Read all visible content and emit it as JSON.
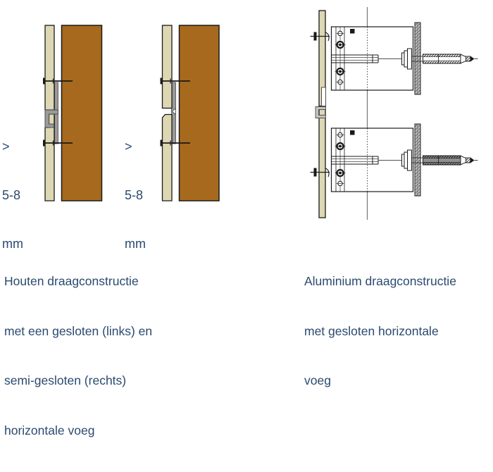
{
  "colors": {
    "text_navy": "#2a4a70",
    "panel_cream": "#ddd7b4",
    "wood_brown": "#a7691d",
    "profile_gray": "#9a9a9a",
    "line_black": "#1a1a1a"
  },
  "labels": {
    "left_joint_width": {
      "lines": [
        ">",
        "5-8",
        "mm"
      ]
    },
    "right_joint_width": {
      "lines": [
        ">",
        "5-8",
        "mm"
      ]
    }
  },
  "captions": {
    "left": {
      "lines": [
        "Houten draagconstructie",
        "met een gesloten (links) en",
        "semi-gesloten (rechts)",
        "horizontale voeg"
      ]
    },
    "right": {
      "lines": [
        "Aluminium draagconstructie",
        "met gesloten horizontale",
        "voeg"
      ]
    }
  }
}
